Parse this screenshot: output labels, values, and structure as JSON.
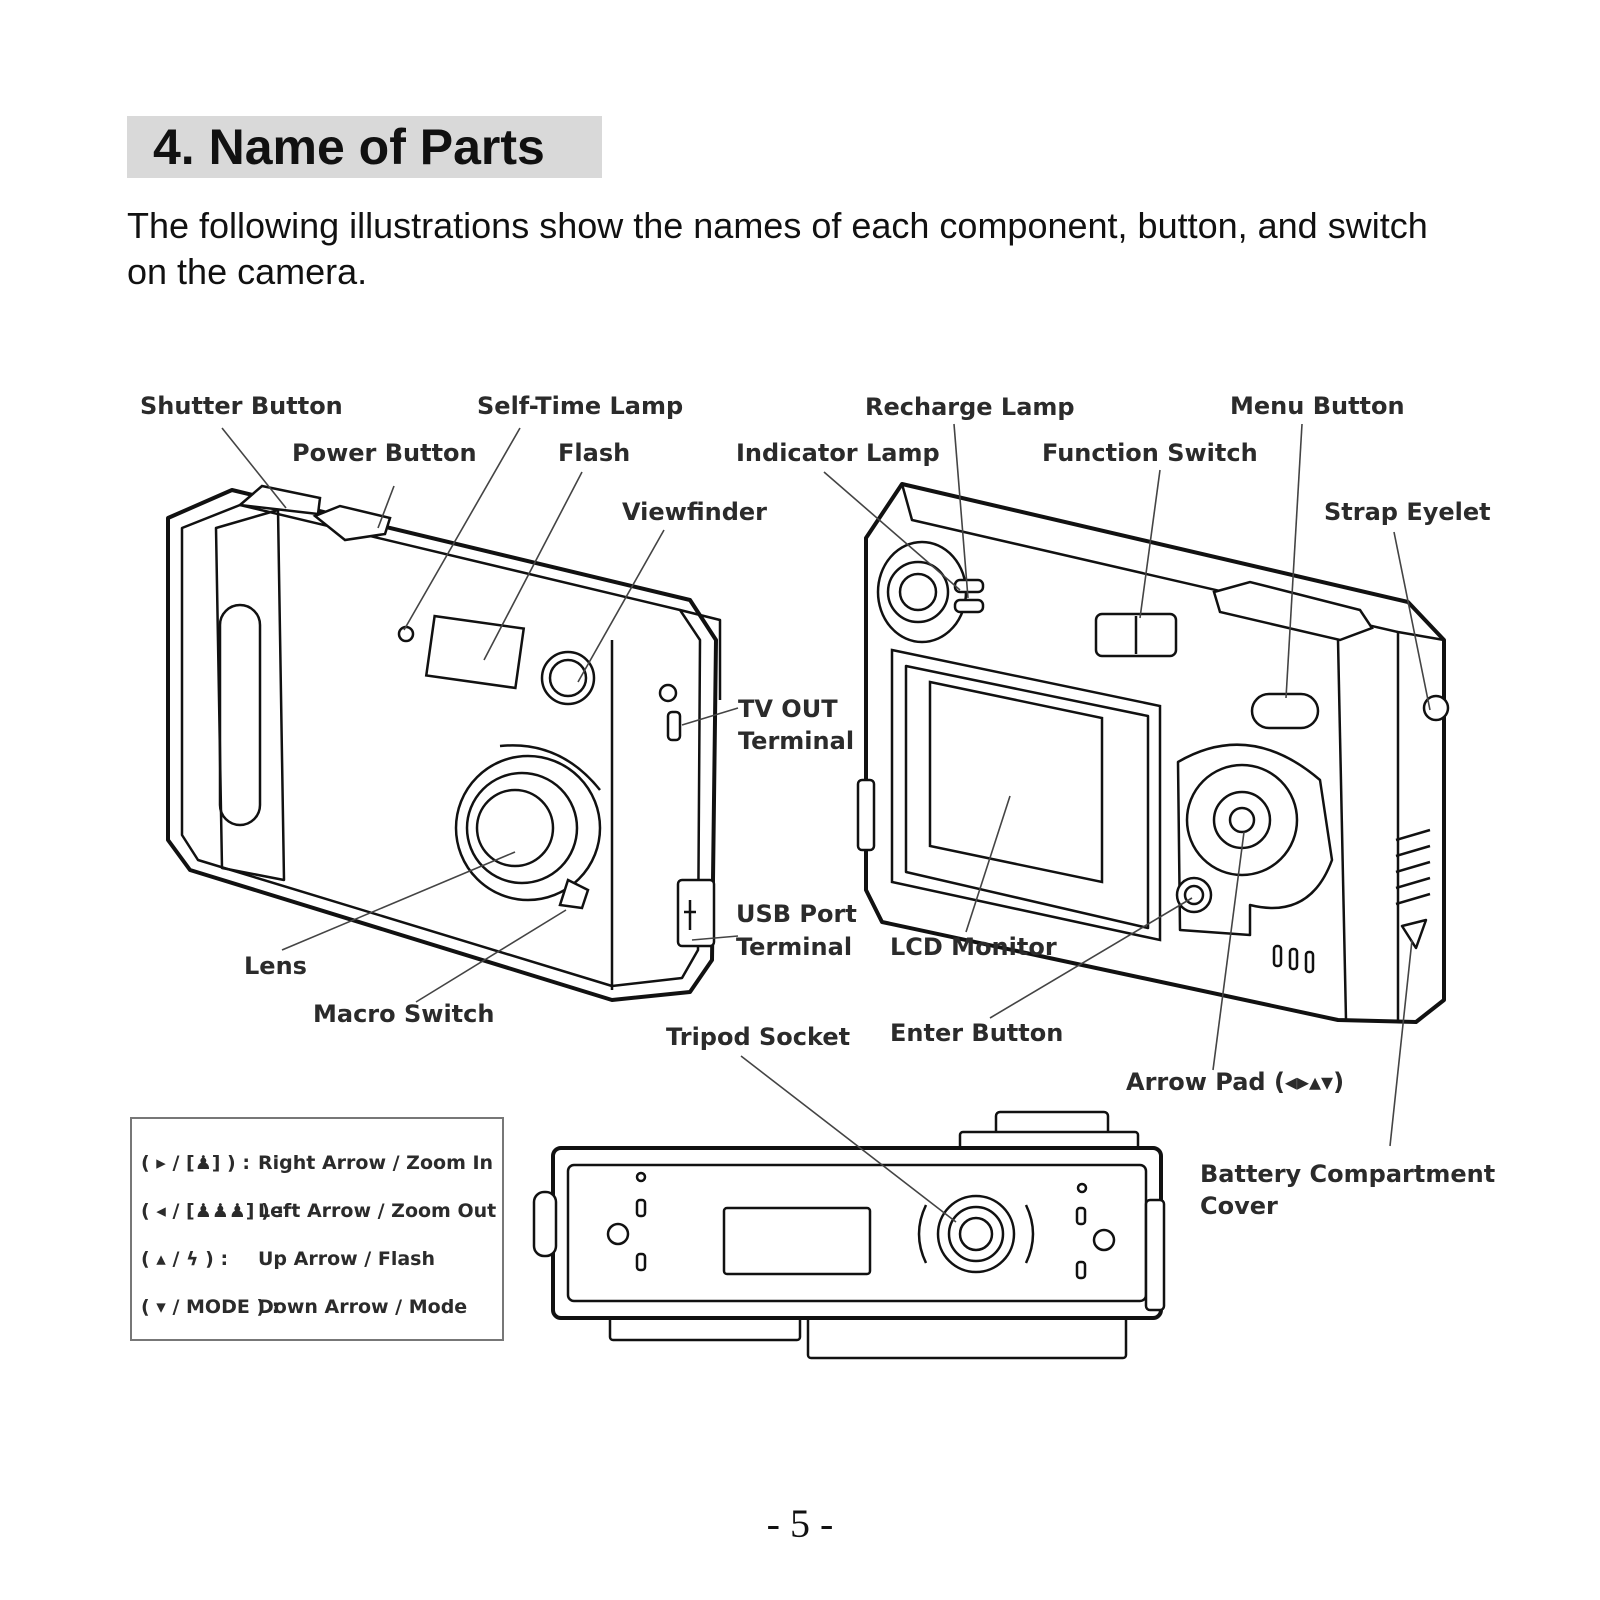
{
  "page": {
    "heading": "4. Name of Parts",
    "intro": "The following illustrations show the names of each component, button, and switch on the camera.",
    "page_number": "- 5 -"
  },
  "labels": {
    "shutter_button": "Shutter Button",
    "power_button": "Power Button",
    "self_time_lamp": "Self-Time Lamp",
    "flash": "Flash",
    "viewfinder": "Viewfinder",
    "tv_out_1": "TV OUT",
    "tv_out_2": "Terminal",
    "usb_port_1": "USB Port",
    "usb_port_2": "Terminal",
    "lens": "Lens",
    "macro_switch": "Macro Switch",
    "recharge_lamp": "Recharge Lamp",
    "indicator_lamp": "Indicator Lamp",
    "function_switch": "Function Switch",
    "menu_button": "Menu Button",
    "strap_eyelet": "Strap Eyelet",
    "lcd_monitor": "LCD Monitor",
    "enter_button": "Enter Button",
    "tripod_socket": "Tripod Socket",
    "arrow_pad": "Arrow Pad (◂▸▴▾)",
    "battery_cover_1": "Battery Compartment",
    "battery_cover_2": "Cover"
  },
  "legend": {
    "rows": [
      {
        "keys": "( ▸ / [♟] ) :",
        "text": "Right Arrow / Zoom In"
      },
      {
        "keys": "( ◂ / [♟♟♟] ) :",
        "text": "Left Arrow / Zoom Out"
      },
      {
        "keys": "( ▴ /  ϟ  ) :",
        "text": "Up Arrow / Flash"
      },
      {
        "keys": "( ▾ / MODE ) :",
        "text": "Down Arrow / Mode"
      }
    ]
  }
}
